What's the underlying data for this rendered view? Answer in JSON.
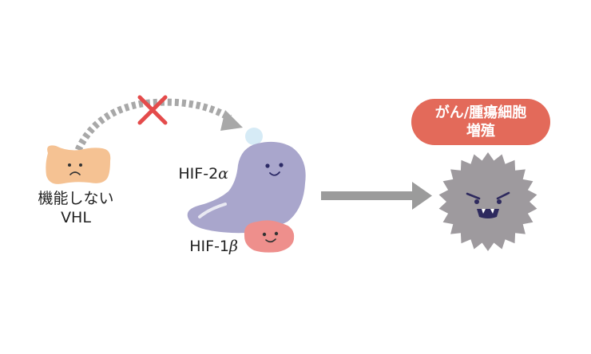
{
  "vhl": {
    "label_line1": "機能しない",
    "label_line2": "VHL",
    "color": "#f5c293"
  },
  "hif2a": {
    "label_prefix": "HIF-2",
    "label_greek": "α",
    "color": "#a9a6cc"
  },
  "hif1b": {
    "label_prefix": "HIF-1",
    "label_greek": "β",
    "color": "#ee8f8c"
  },
  "result": {
    "line1": "がん/腫瘍細胞",
    "line2": "増殖",
    "badge_color": "#e36a5a",
    "cell_color": "#9e9a9e"
  },
  "arrows": {
    "dotted_color": "#a8a8a8",
    "solid_color": "#9b9b9b",
    "cross_color": "#e44b4b"
  }
}
